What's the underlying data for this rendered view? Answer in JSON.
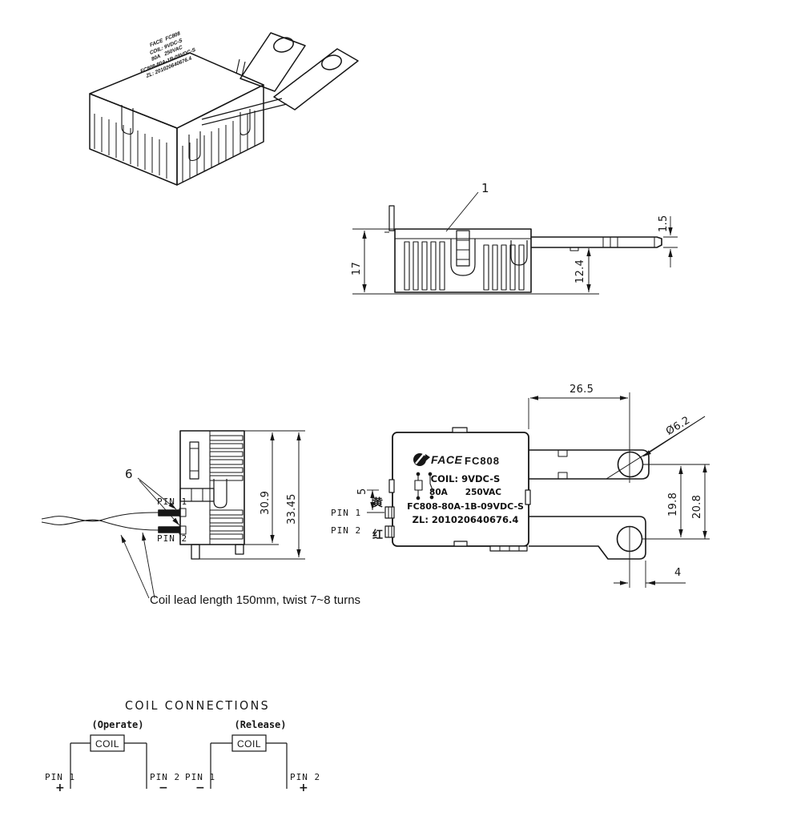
{
  "product_label": {
    "brand": "FACE",
    "model": "FC808",
    "coil_spec": "COIL:  9VDC-S",
    "current_rating": "80A",
    "voltage_rating": "250VAC",
    "part_number": "FC808-80A-1B-09VDC-S",
    "certificate_number": "ZL: 201020640676.4"
  },
  "side_view": {
    "callout_1": "1",
    "dim_height": "17",
    "dim_terminal_drop": "12.4",
    "dim_blade_thickness": "1.5"
  },
  "front_view": {
    "callout_6": "6",
    "pin1_label": "PIN 1",
    "pin2_label": "PIN 2",
    "dim_body_height": "30.9",
    "dim_overall_height": "33.45",
    "lead_note": "Coil lead length 150mm, twist 7~8 turns"
  },
  "top_view": {
    "dim_blade_length": "26.5",
    "dim_hole_diameter": "Ø6.2",
    "dim_pin_spacing": "5",
    "yellow_wire": "黄",
    "red_wire": "红",
    "pin1_label": "PIN 1",
    "pin2_label": "PIN 2",
    "dim_hole_center_offset": "19.8",
    "dim_blade_center_offset": "20.8",
    "dim_hole_to_edge": "4"
  },
  "coil_connections": {
    "title": "COIL  CONNECTIONS",
    "operate": {
      "caption": "(Operate)",
      "coil_label": "COIL",
      "pin1_label": "PIN 1",
      "pin2_label": "PIN 2",
      "pin1_polarity": "+",
      "pin2_polarity": "−"
    },
    "release": {
      "caption": "(Release)",
      "coil_label": "COIL",
      "pin1_label": "PIN 1",
      "pin2_label": "PIN 2",
      "pin1_polarity": "−",
      "pin2_polarity": "+"
    }
  }
}
